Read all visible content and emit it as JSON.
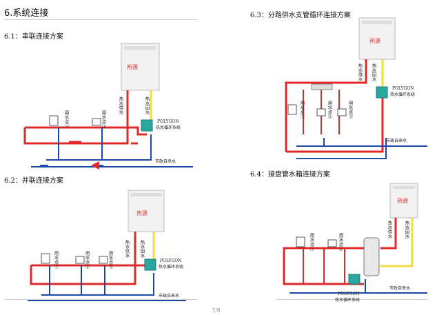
{
  "section_title": "6.系统连接",
  "panels": {
    "p1": {
      "title": "6.1：串联连接方案"
    },
    "p2": {
      "title": "6.2：并联连接方案"
    },
    "p3": {
      "title": "6.3：分路供水支管循环连接方案"
    },
    "p4": {
      "title": "6.4：接盘管水箱连接方案"
    }
  },
  "labels": {
    "heat_source": "热源",
    "hot_supply": "热水供水",
    "hot_return": "热水回水",
    "point1": "用水点①",
    "point2": "用水点②",
    "point3": "用水点③",
    "polygon": "POLYGON",
    "circ_system": "热水循环系统",
    "city_water": "市政自来水"
  },
  "page_number": "7/8",
  "colors": {
    "hot": "#e02828",
    "cold": "#1c48a8",
    "return": "#f2dc3c",
    "pump": "#2aa7a0"
  }
}
